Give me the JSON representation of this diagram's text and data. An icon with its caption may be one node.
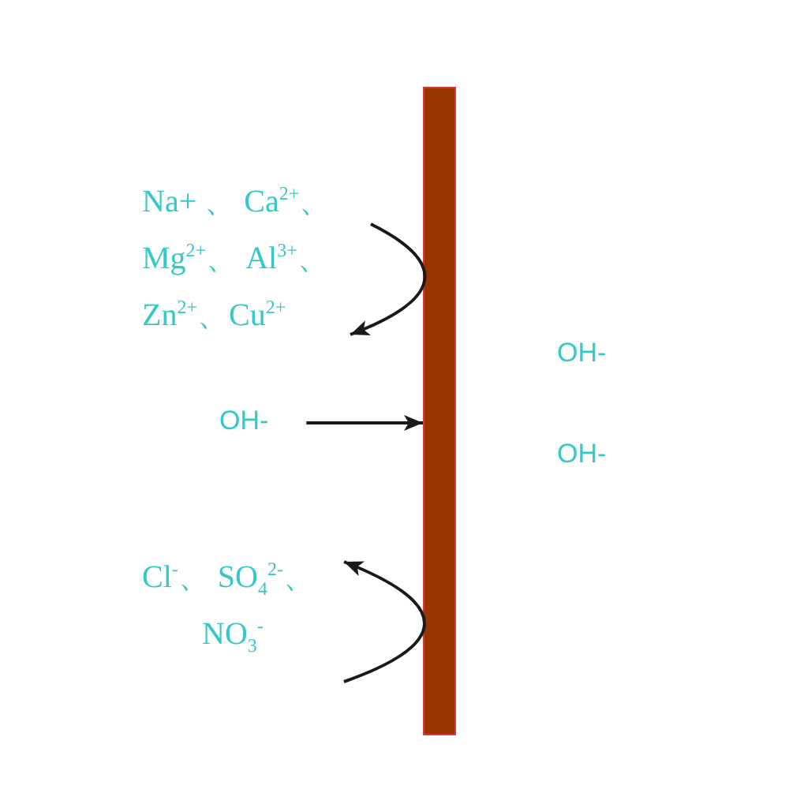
{
  "diagram": {
    "nodes": [
      {
        "text": [
          "Na+ 、 Ca$^{2+}$、 Mg$^{2+}$、 Al$^{3+}$、 Zn$^{2+}$、Cu$^{2+}$"
        ]
      },
      {
        "text": [
          "OH-"
        ]
      },
      {
        "text": [
          "Cl$^{-}$、 SO$_{4}$$^{2-}$、 NO$_{3}$$^{-}$"
        ]
      },
      {
        "text": [],
        "shape": "bar"
      }
    ],
    "edges": [
      {
        "from": 1,
        "to": 3,
        "arrow": "to"
      },
      {
        "from": null,
        "to": 0,
        "arrow": "to"
      },
      {
        "from": null,
        "to": 2,
        "arrow": "to"
      }
    ],
    "labels": [
      "OH-",
      "OH-"
    ]
  }
}
